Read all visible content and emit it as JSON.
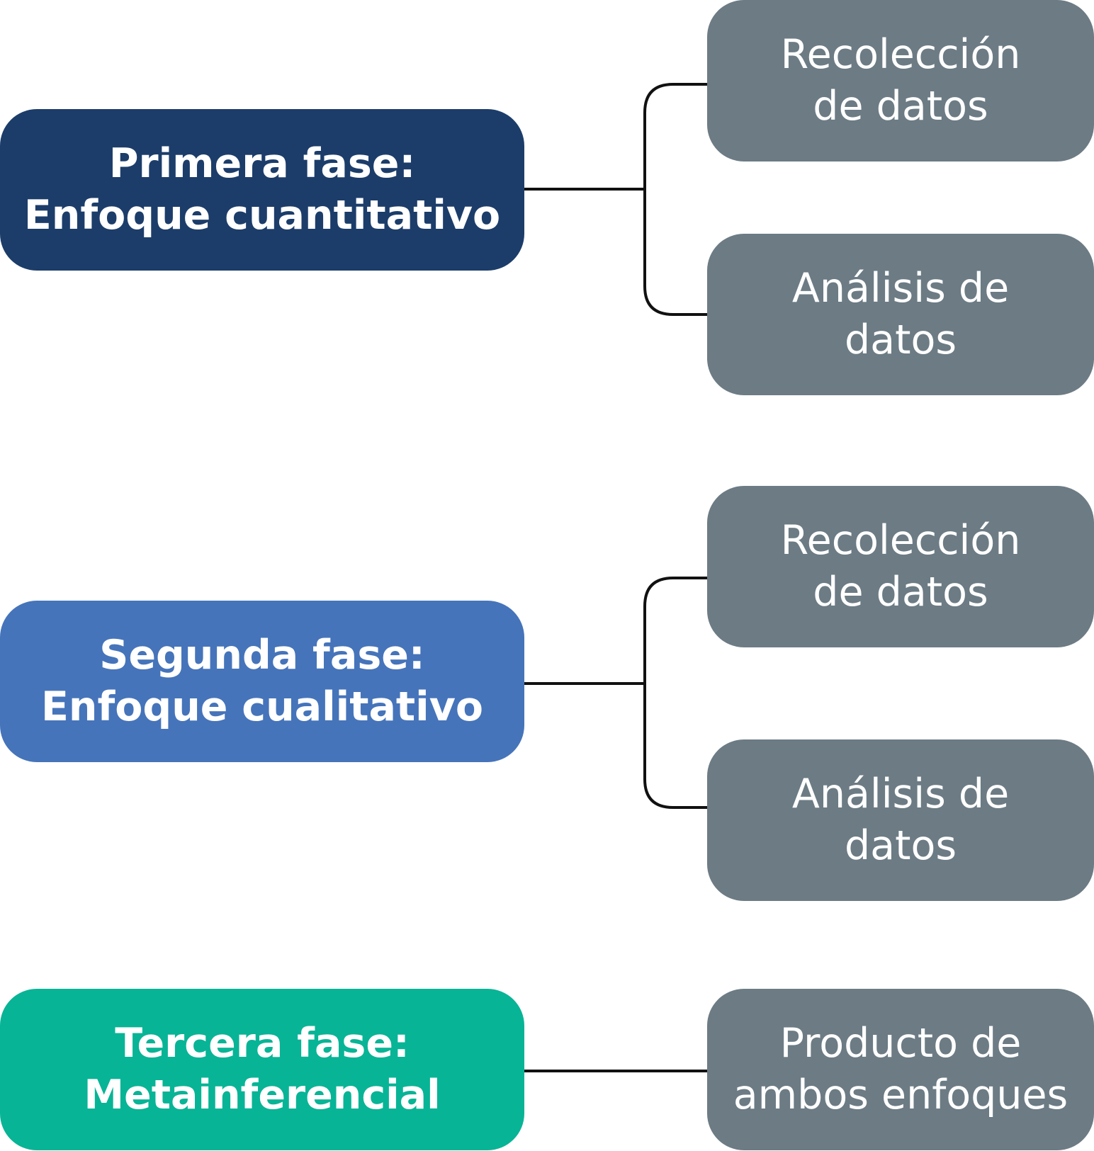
{
  "colors": {
    "phase1": "#1c3d6a",
    "phase2": "#4574ba",
    "phase3": "#08b496",
    "step": "#6c7b84",
    "connector": "#111111"
  },
  "phases": [
    {
      "line1": "Primera fase:",
      "line2": "Enfoque cuantitativo",
      "steps": [
        {
          "line1": "Recolección",
          "line2": "de datos"
        },
        {
          "line1": "Análisis de",
          "line2": "datos"
        }
      ]
    },
    {
      "line1": "Segunda fase:",
      "line2": "Enfoque cualitativo",
      "steps": [
        {
          "line1": "Recolección",
          "line2": "de datos"
        },
        {
          "line1": "Análisis de",
          "line2": "datos"
        }
      ]
    },
    {
      "line1": "Tercera fase:",
      "line2": "Metainferencial",
      "steps": [
        {
          "line1": "Producto de",
          "line2": "ambos enfoques"
        }
      ]
    }
  ]
}
